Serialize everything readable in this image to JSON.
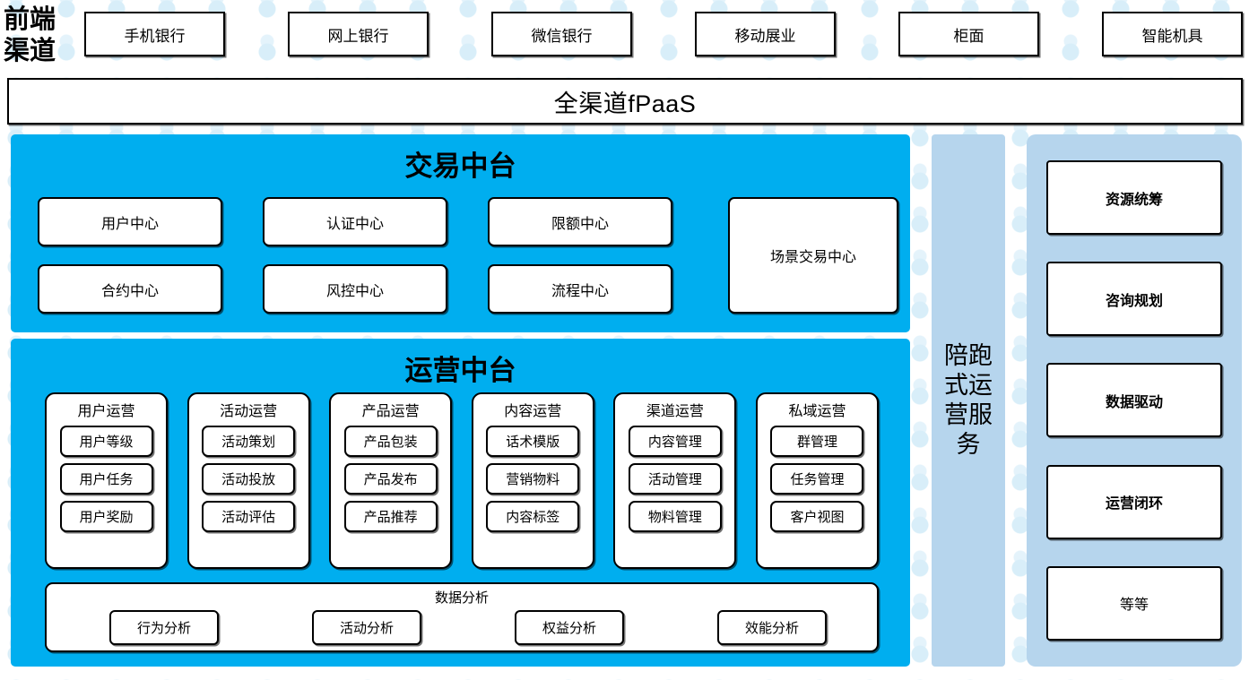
{
  "header": {
    "label": "前端渠道",
    "label_lines": [
      "前端",
      "渠道"
    ],
    "channels": [
      {
        "name": "mobile-bank",
        "label": "手机银行"
      },
      {
        "name": "online-bank",
        "label": "网上银行"
      },
      {
        "name": "wechat-bank",
        "label": "微信银行"
      },
      {
        "name": "mobile-business",
        "label": "移动展业"
      },
      {
        "name": "counter",
        "label": "柜面"
      },
      {
        "name": "smart-machine",
        "label": "智能机具"
      }
    ]
  },
  "fpaas": {
    "label": "全渠道fPaaS"
  },
  "transaction_platform": {
    "title": "交易中台",
    "centers": [
      {
        "name": "user-center",
        "label": "用户中心"
      },
      {
        "name": "auth-center",
        "label": "认证中心"
      },
      {
        "name": "limit-center",
        "label": "限额中心"
      },
      {
        "name": "contract-center",
        "label": "合约中心"
      },
      {
        "name": "risk-center",
        "label": "风控中心"
      },
      {
        "name": "process-center",
        "label": "流程中心"
      }
    ],
    "scene_center": {
      "name": "scene-transaction-center",
      "label": "场景交易中心"
    }
  },
  "operations_platform": {
    "title": "运营中台",
    "columns": [
      {
        "name": "user-operations",
        "title": "用户运营",
        "items": [
          "用户等级",
          "用户任务",
          "用户奖励"
        ]
      },
      {
        "name": "activity-operations",
        "title": "活动运营",
        "items": [
          "活动策划",
          "活动投放",
          "活动评估"
        ]
      },
      {
        "name": "product-operations",
        "title": "产品运营",
        "items": [
          "产品包装",
          "产品发布",
          "产品推荐"
        ]
      },
      {
        "name": "content-operations",
        "title": "内容运营",
        "items": [
          "话术模版",
          "营销物料",
          "内容标签"
        ]
      },
      {
        "name": "channel-operations",
        "title": "渠道运营",
        "items": [
          "内容管理",
          "活动管理",
          "物料管理"
        ]
      },
      {
        "name": "private-domain-operations",
        "title": "私域运营",
        "items": [
          "群管理",
          "任务管理",
          "客户视图"
        ]
      }
    ],
    "data_analysis": {
      "title": "数据分析",
      "items": [
        "行为分析",
        "活动分析",
        "权益分析",
        "效能分析"
      ]
    }
  },
  "service_column": {
    "label": "陪跑式运营服务"
  },
  "right_panel": {
    "items": [
      {
        "name": "resource-coordination",
        "label": "资源统筹",
        "bold": true
      },
      {
        "name": "consulting-planning",
        "label": "咨询规划",
        "bold": true
      },
      {
        "name": "data-driven",
        "label": "数据驱动",
        "bold": true
      },
      {
        "name": "operations-closed-loop",
        "label": "运营闭环",
        "bold": true
      },
      {
        "name": "etc",
        "label": "等等",
        "bold": false
      }
    ]
  },
  "colors": {
    "primary_blue": "#00AEEF",
    "light_blue": "#b6d5ed",
    "dot_blue": "#d8eef9",
    "border": "#000000",
    "background": "#ffffff"
  }
}
